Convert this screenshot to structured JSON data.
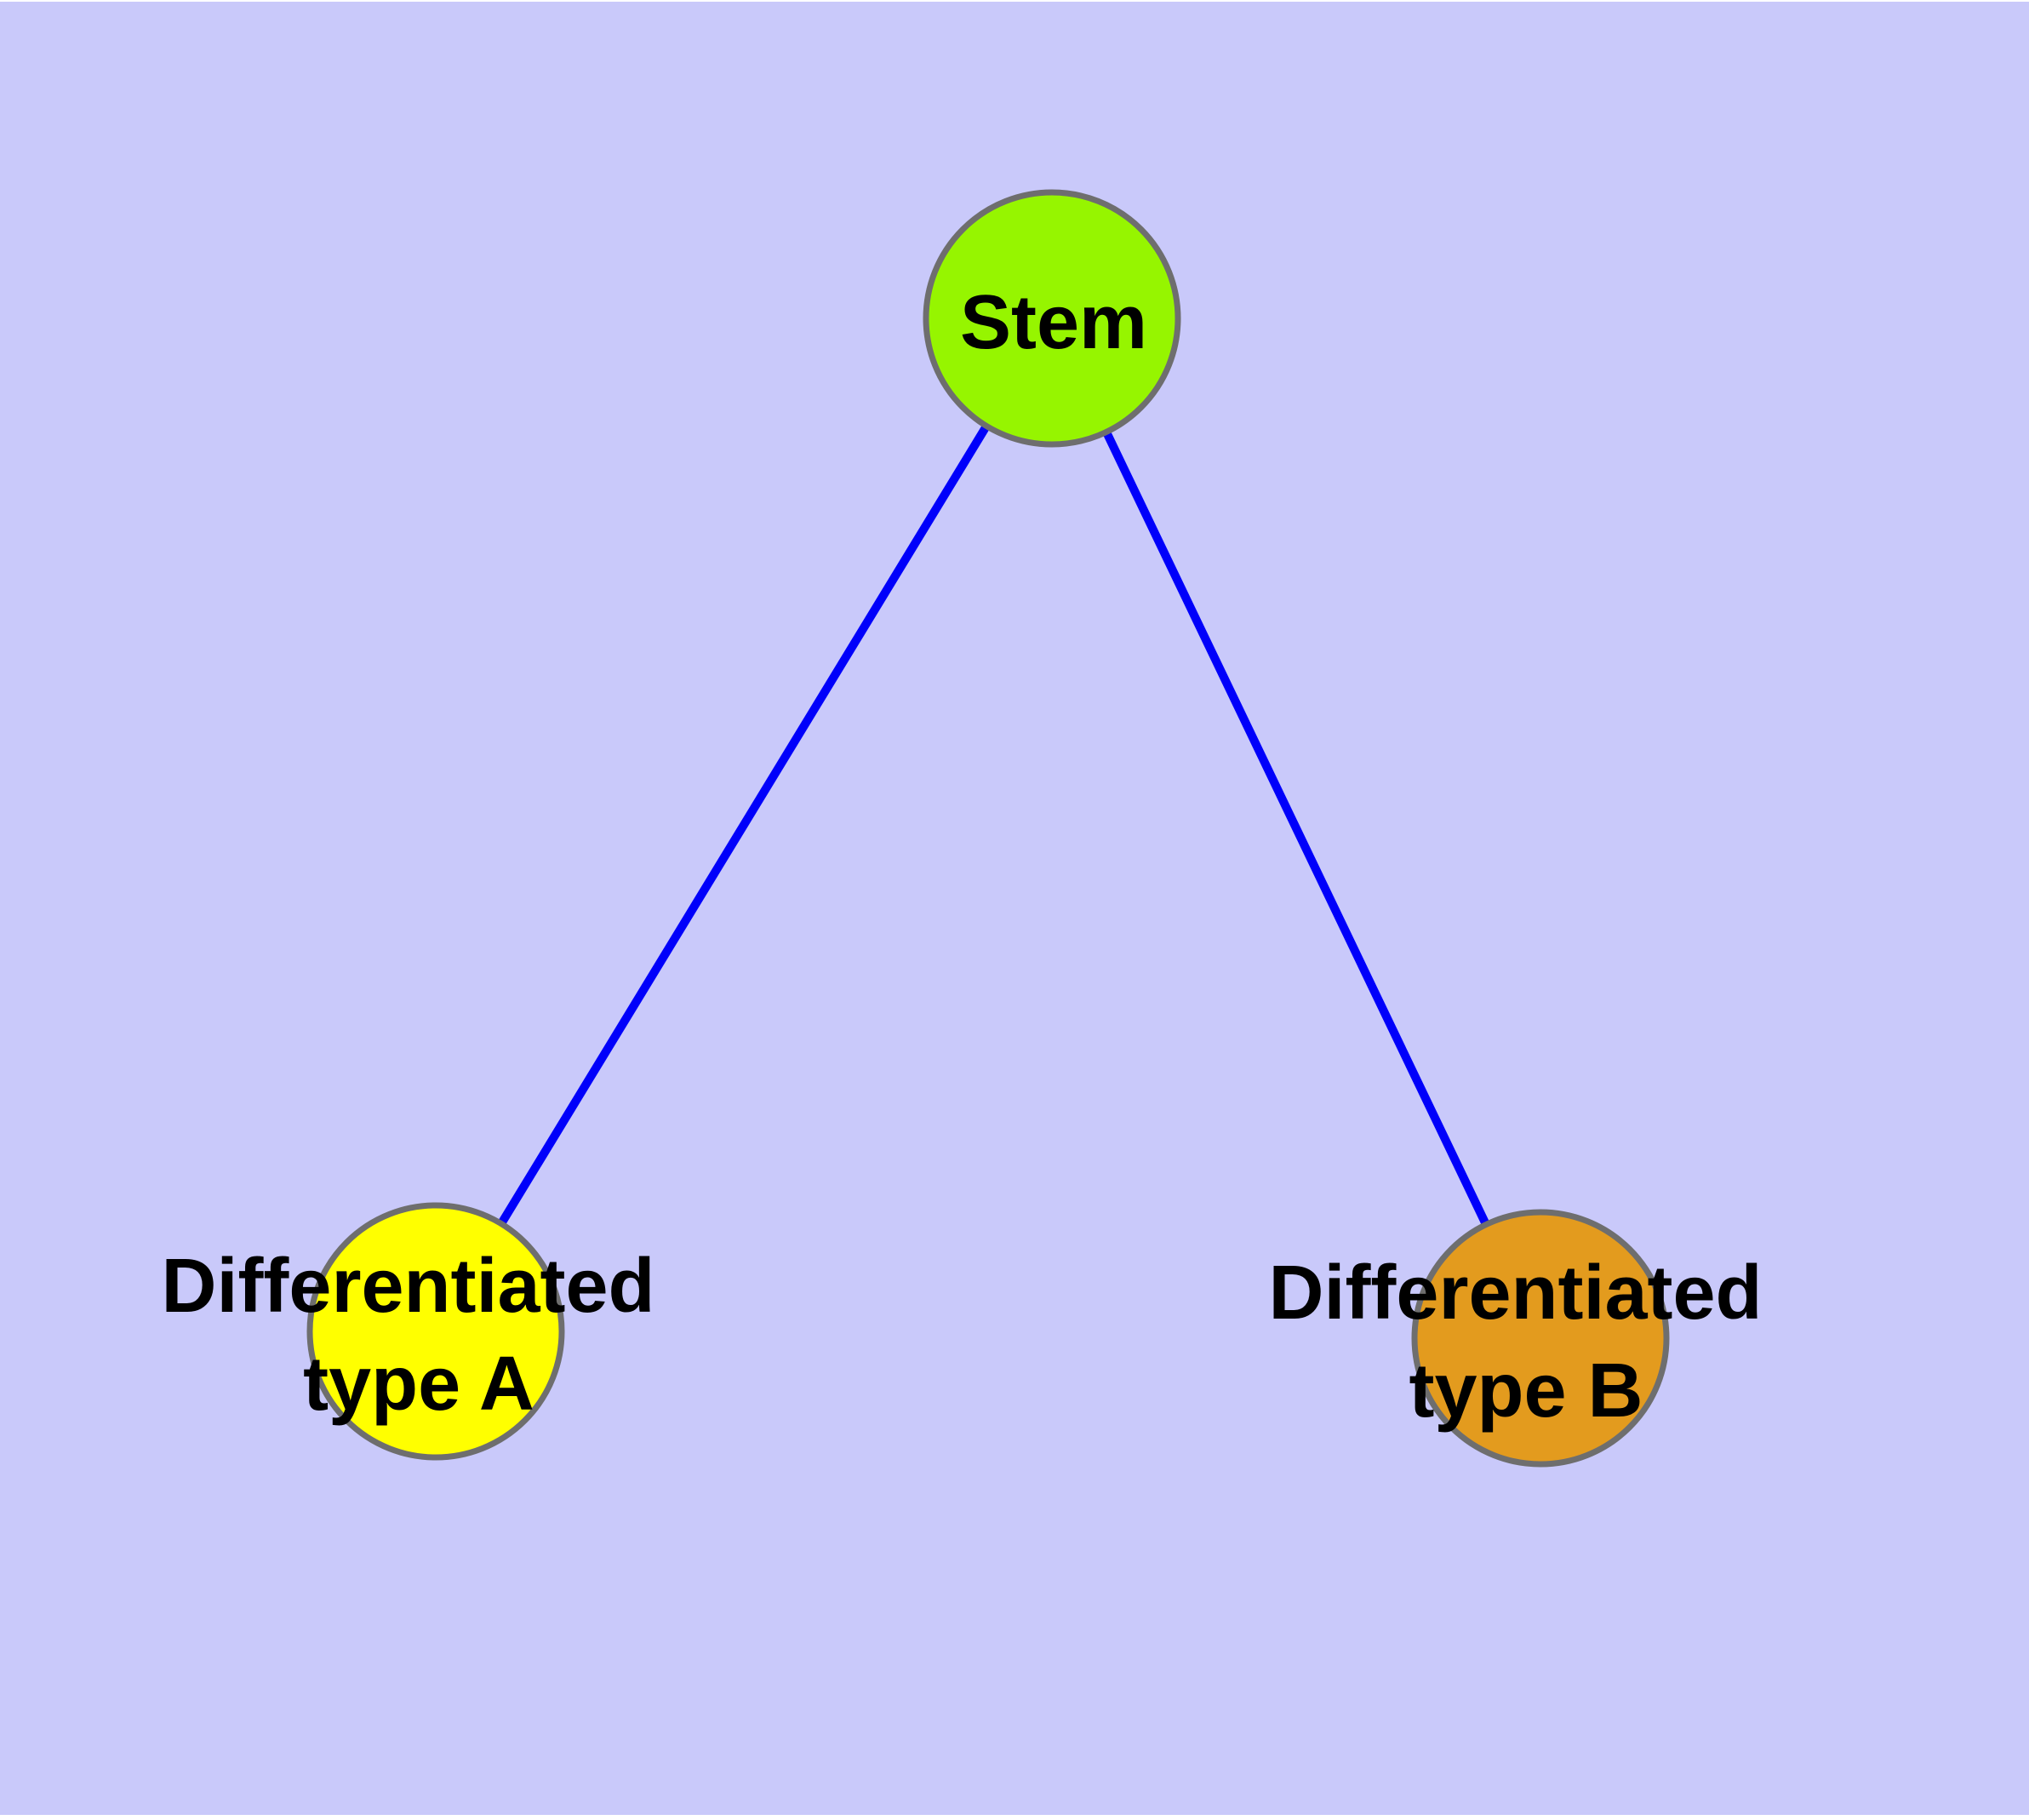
{
  "diagram": {
    "background_color": "#c9c9fa",
    "margin_color": "#ffffff",
    "edge_color": "#0000fa",
    "node_border_color": "#6e6e6e",
    "label_color": "#000000",
    "nodes": [
      {
        "id": "stem",
        "label": "Stem",
        "lines": [
          "Stem"
        ],
        "fill": "#96f500"
      },
      {
        "id": "differentiated-type-a",
        "label": "Differentiated type A",
        "lines": [
          "Differentiated",
          "type A"
        ],
        "fill": "#ffff00"
      },
      {
        "id": "differentiated-type-b",
        "label": "Differentiated type B",
        "lines": [
          "Differentiated",
          "type B"
        ],
        "fill": "#e39b1e"
      }
    ],
    "edges": [
      {
        "from": "stem",
        "to": "differentiated-type-a"
      },
      {
        "from": "stem",
        "to": "differentiated-type-b"
      }
    ]
  }
}
